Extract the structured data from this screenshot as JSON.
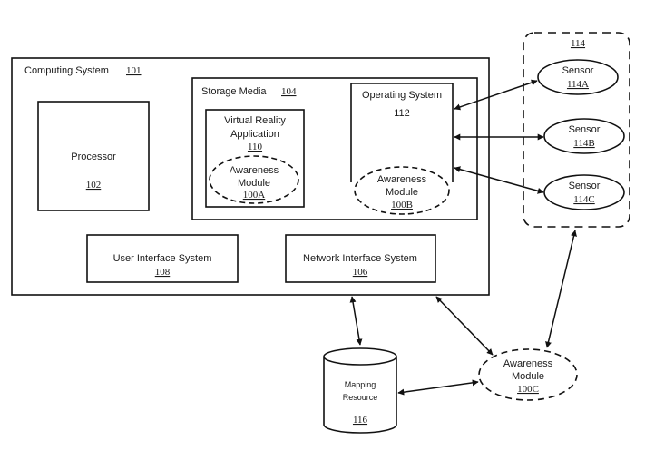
{
  "computing_system": {
    "label": "Computing System",
    "ref": "101"
  },
  "processor": {
    "label": "Processor",
    "ref": "102"
  },
  "storage_media": {
    "label": "Storage Media",
    "ref": "104"
  },
  "vr_app": {
    "line1": "Virtual Reality",
    "line2": "Application",
    "ref": "110"
  },
  "awareness_a": {
    "line1": "Awareness",
    "line2": "Module",
    "ref": "100A"
  },
  "operating_system": {
    "label": "Operating System",
    "ref": "112"
  },
  "awareness_b": {
    "line1": "Awareness",
    "line2": "Module",
    "ref": "100B"
  },
  "ui_system": {
    "label": "User Interface System",
    "ref": "108"
  },
  "network_system": {
    "label": "Network Interface System",
    "ref": "106"
  },
  "sensor_group": {
    "ref": "114"
  },
  "sensors": [
    {
      "label": "Sensor",
      "ref": "114A"
    },
    {
      "label": "Sensor",
      "ref": "114B"
    },
    {
      "label": "Sensor",
      "ref": "114C"
    }
  ],
  "mapping_resource": {
    "line1": "Mapping",
    "line2": "Resource",
    "ref": "116"
  },
  "awareness_c": {
    "line1": "Awareness",
    "line2": "Module",
    "ref": "100C"
  }
}
